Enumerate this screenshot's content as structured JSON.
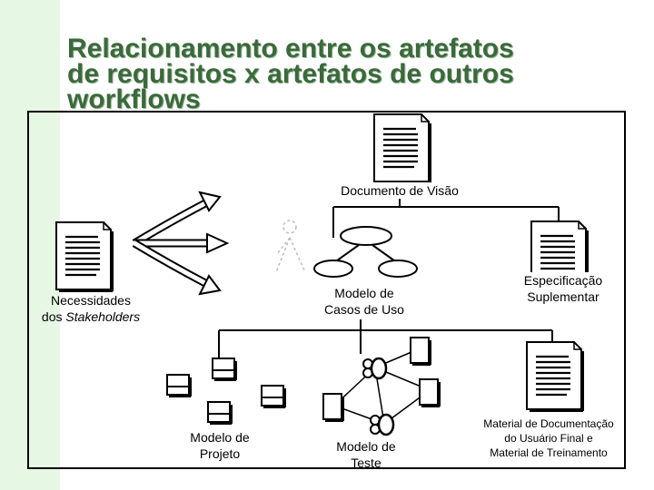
{
  "title": {
    "line1": "Relacionamento entre os artefatos",
    "line2": "de requisitos x artefatos de outros",
    "line3": "workflows"
  },
  "labels": {
    "vision": "Documento de Visão",
    "needs_line1": "Necessidades",
    "needs_line2_prefix": "dos ",
    "needs_line2_italic": "Stakeholders",
    "usecase_line1": "Modelo de",
    "usecase_line2": "Casos de Uso",
    "supplementary_line1": "Especificação",
    "supplementary_line2": "Suplementar",
    "design_line1": "Modelo de",
    "design_line2": "Projeto",
    "test_line1": "Modelo de",
    "test_line2": "Teste",
    "material_line1": "Material de Documentação",
    "material_line2": "do Usuário Final e",
    "material_line3": "Material de Treinamento"
  },
  "colors": {
    "title": "#3a6a3a",
    "side_strip": "#e6f7e4",
    "lines": "#000000"
  }
}
